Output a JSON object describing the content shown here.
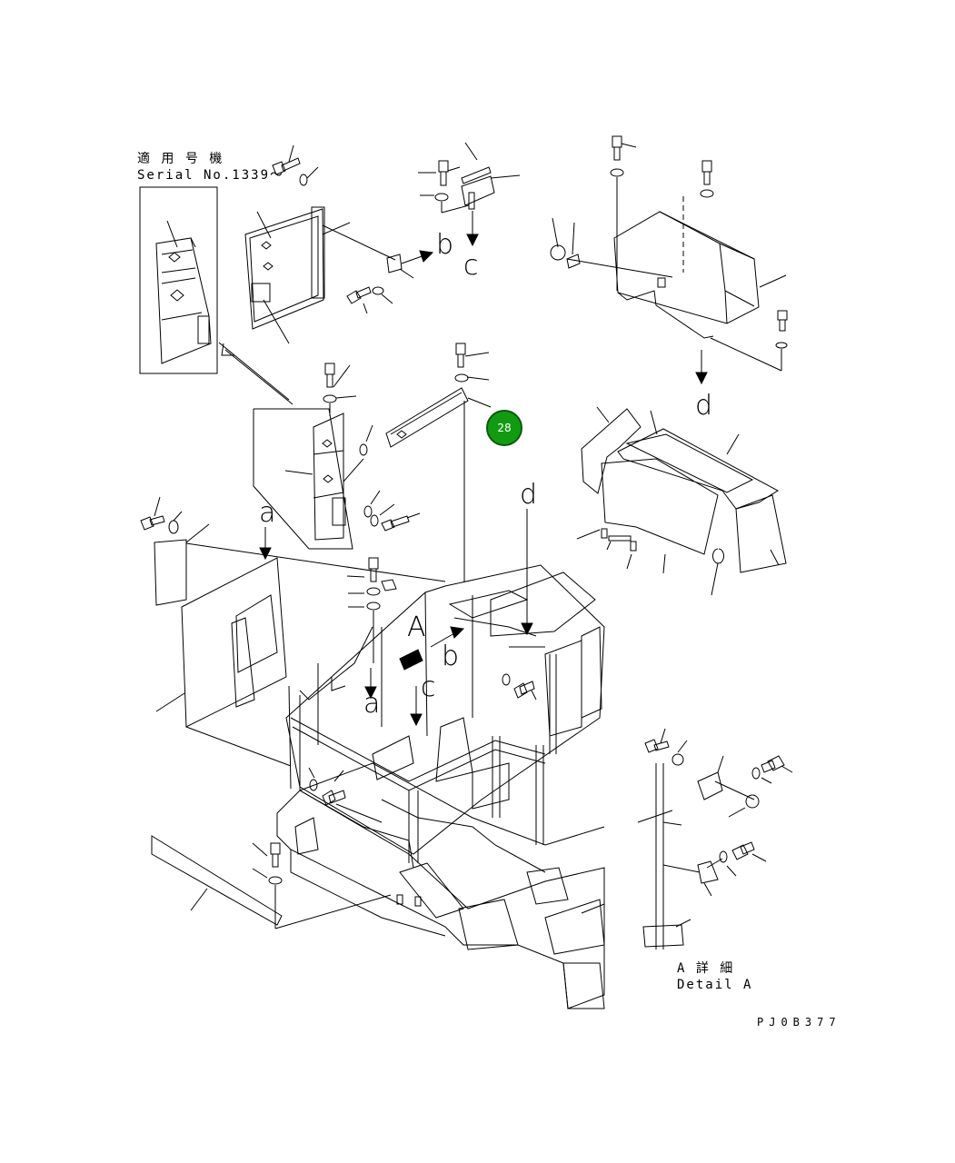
{
  "header": {
    "applicable_machine_jp": "適 用 号 機",
    "serial_label": "Serial No.1339～"
  },
  "view_markers": {
    "a_upper": "a",
    "a_lower": "a",
    "b_upper": "b",
    "b_lower": "b",
    "c_upper": "c",
    "c_lower": "c",
    "d_upper": "d",
    "d_lower": "d",
    "view_A": "A"
  },
  "detail": {
    "title_jp": "A 詳 細",
    "title_en": "Detail A"
  },
  "callout": {
    "number": "28",
    "color": "#139a13"
  },
  "drawing_number": "PJ0B377",
  "colors": {
    "line": "#000000",
    "background": "#ffffff",
    "callout_fill": "#139a13"
  }
}
